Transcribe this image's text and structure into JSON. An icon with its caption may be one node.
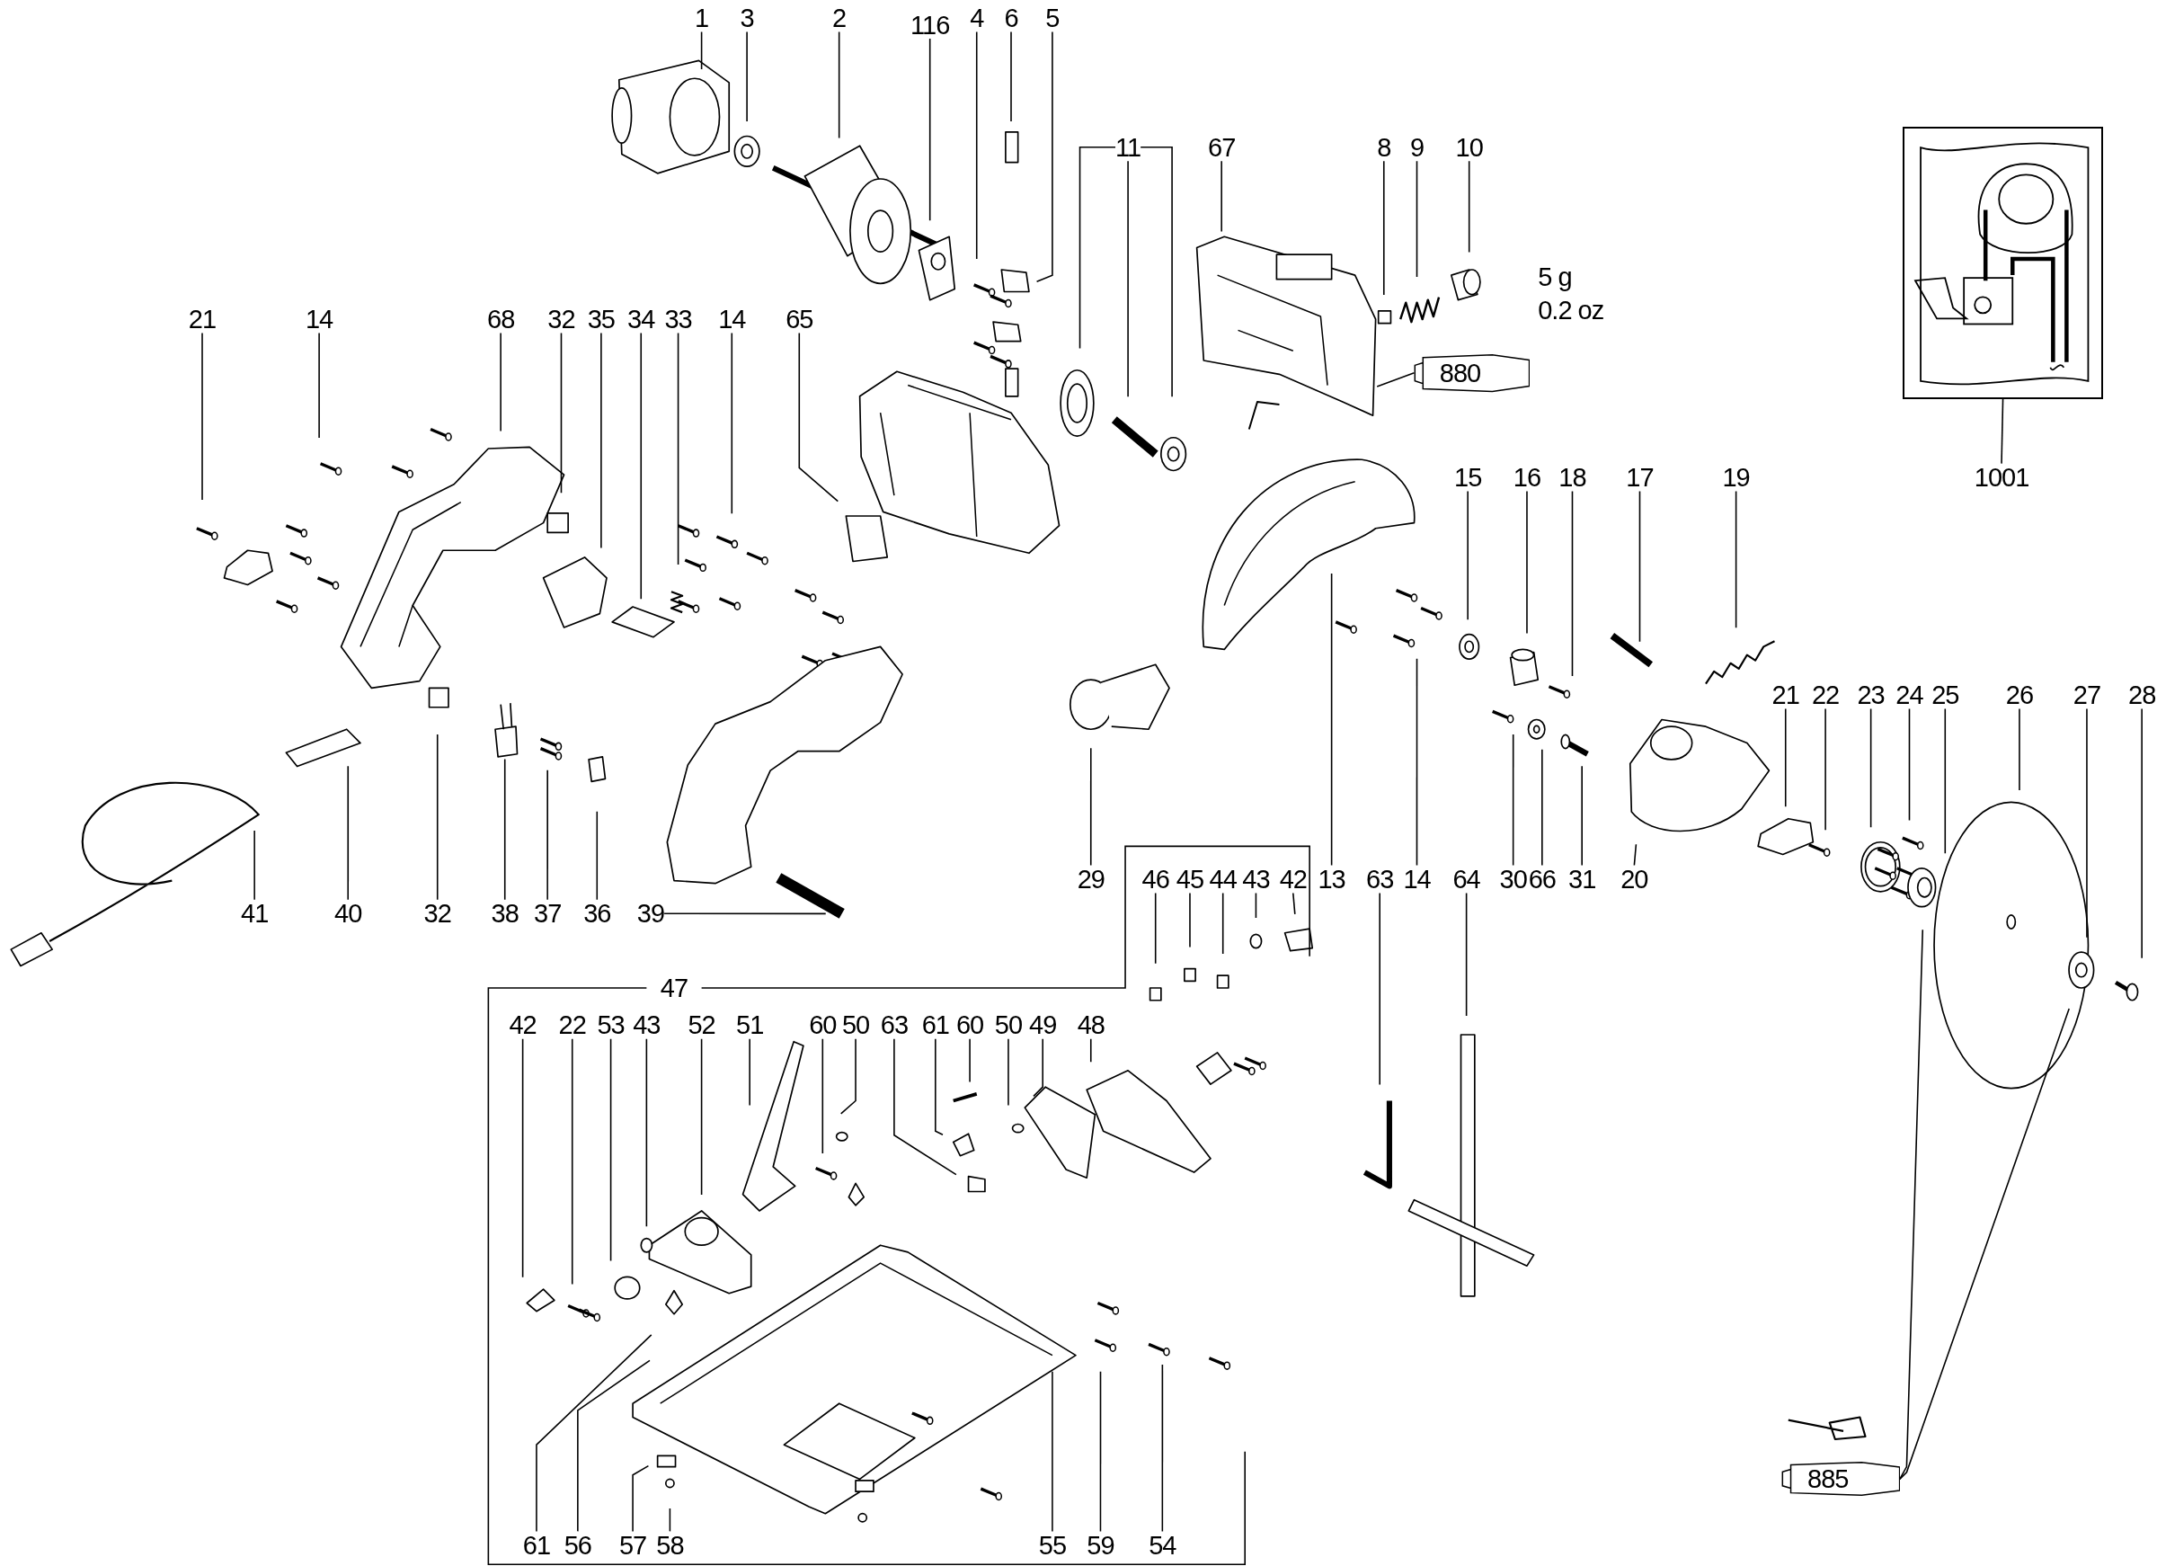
{
  "diagram": {
    "nodes": [
      {
        "text": [
          "1"
        ]
      },
      {
        "text": [
          "3"
        ]
      },
      {
        "text": [
          "2"
        ]
      },
      {
        "text": [
          "116"
        ]
      },
      {
        "text": [
          "4"
        ]
      },
      {
        "text": [
          "6"
        ]
      },
      {
        "text": [
          "5"
        ]
      },
      {
        "text": [
          "11"
        ]
      },
      {
        "text": [
          "67"
        ]
      },
      {
        "text": [
          "8"
        ]
      },
      {
        "text": [
          "9"
        ]
      },
      {
        "text": [
          "10"
        ]
      },
      {
        "text": [
          "880"
        ],
        "beside": [
          "5 g",
          "0.2 oz"
        ]
      },
      {
        "text": [],
        "shape": "picture"
      },
      {
        "text": [
          "1001"
        ]
      },
      {
        "text": [
          "21"
        ]
      },
      {
        "text": [
          "14"
        ]
      },
      {
        "text": [
          "68"
        ]
      },
      {
        "text": [
          "32"
        ]
      },
      {
        "text": [
          "35"
        ]
      },
      {
        "text": [
          "34"
        ]
      },
      {
        "text": [
          "33"
        ]
      },
      {
        "text": [
          "14"
        ]
      },
      {
        "text": [
          "65"
        ]
      },
      {
        "text": [
          "15"
        ]
      },
      {
        "text": [
          "16"
        ]
      },
      {
        "text": [
          "18"
        ]
      },
      {
        "text": [
          "17"
        ]
      },
      {
        "text": [
          "19"
        ]
      },
      {
        "text": [
          "21"
        ]
      },
      {
        "text": [
          "22"
        ]
      },
      {
        "text": [
          "23"
        ]
      },
      {
        "text": [
          "24"
        ]
      },
      {
        "text": [
          "25"
        ]
      },
      {
        "text": [
          "26"
        ]
      },
      {
        "text": [
          "27"
        ]
      },
      {
        "text": [
          "28"
        ]
      },
      {
        "text": [
          "41"
        ]
      },
      {
        "text": [
          "40"
        ]
      },
      {
        "text": [
          "32"
        ]
      },
      {
        "text": [
          "38"
        ]
      },
      {
        "text": [
          "37"
        ]
      },
      {
        "text": [
          "36"
        ]
      },
      {
        "text": [
          "39"
        ]
      },
      {
        "text": [
          "29"
        ]
      },
      {
        "text": [
          "46"
        ]
      },
      {
        "text": [
          "45"
        ]
      },
      {
        "text": [
          "44"
        ]
      },
      {
        "text": [
          "43"
        ]
      },
      {
        "text": [
          "42"
        ]
      },
      {
        "text": [
          "13"
        ]
      },
      {
        "text": [
          "63"
        ]
      },
      {
        "text": [
          "14"
        ]
      },
      {
        "text": [
          "64"
        ]
      },
      {
        "text": [
          "30"
        ]
      },
      {
        "text": [
          "66"
        ]
      },
      {
        "text": [
          "31"
        ]
      },
      {
        "text": [
          "20"
        ]
      },
      {
        "text": [
          "42"
        ]
      },
      {
        "text": [
          "22"
        ]
      },
      {
        "text": [
          "53"
        ]
      },
      {
        "text": [
          "43"
        ]
      },
      {
        "text": [
          "52"
        ]
      },
      {
        "text": [
          "51"
        ]
      },
      {
        "text": [
          "60"
        ]
      },
      {
        "text": [
          "50"
        ]
      },
      {
        "text": [
          "63"
        ]
      },
      {
        "text": [
          "61"
        ]
      },
      {
        "text": [
          "60"
        ]
      },
      {
        "text": [
          "50"
        ]
      },
      {
        "text": [
          "49"
        ]
      },
      {
        "text": [
          "48"
        ]
      },
      {
        "text": [
          "885"
        ]
      },
      {
        "text": [
          "61"
        ]
      },
      {
        "text": [
          "56"
        ]
      },
      {
        "text": [
          "57"
        ]
      },
      {
        "text": [
          "58"
        ]
      },
      {
        "text": [
          "55"
        ]
      },
      {
        "text": [
          "59"
        ]
      },
      {
        "text": [
          "54"
        ]
      }
    ],
    "edges": [
      {
        "from": 0,
        "to": null,
        "arrow": "none"
      },
      {
        "from": 1,
        "to": null,
        "arrow": "none"
      },
      {
        "from": 2,
        "to": null,
        "arrow": "none"
      },
      {
        "from": 3,
        "to": null,
        "arrow": "none"
      },
      {
        "from": 4,
        "to": null,
        "arrow": "none"
      },
      {
        "from": 5,
        "to": null,
        "arrow": "none"
      },
      {
        "from": 6,
        "to": null,
        "arrow": "none"
      },
      {
        "from": 7,
        "to": null,
        "arrow": "none"
      },
      {
        "from": 7,
        "to": null,
        "arrow": "none"
      },
      {
        "from": 7,
        "to": null,
        "arrow": "none"
      },
      {
        "from": 8,
        "to": null,
        "arrow": "none"
      },
      {
        "from": 9,
        "to": null,
        "arrow": "none"
      },
      {
        "from": 10,
        "to": null,
        "arrow": "none"
      },
      {
        "from": 11,
        "to": null,
        "arrow": "none"
      },
      {
        "from": 12,
        "to": null,
        "arrow": "none"
      },
      {
        "from": 14,
        "to": 13,
        "arrow": "none"
      },
      {
        "from": 15,
        "to": null,
        "arrow": "none"
      },
      {
        "from": 16,
        "to": null,
        "arrow": "none"
      },
      {
        "from": 17,
        "to": null,
        "arrow": "none"
      },
      {
        "from": 18,
        "to": null,
        "arrow": "none"
      },
      {
        "from": 19,
        "to": null,
        "arrow": "none"
      },
      {
        "from": 20,
        "to": null,
        "arrow": "none"
      },
      {
        "from": 21,
        "to": null,
        "arrow": "none"
      },
      {
        "from": 22,
        "to": null,
        "arrow": "none"
      },
      {
        "from": 23,
        "to": null,
        "arrow": "none"
      },
      {
        "from": 24,
        "to": null,
        "arrow": "none"
      },
      {
        "from": 25,
        "to": null,
        "arrow": "none"
      },
      {
        "from": 26,
        "to": null,
        "arrow": "none"
      },
      {
        "from": 27,
        "to": null,
        "arrow": "none"
      },
      {
        "from": 28,
        "to": null,
        "arrow": "none"
      },
      {
        "from": 29,
        "to": null,
        "arrow": "none"
      },
      {
        "from": 30,
        "to": null,
        "arrow": "none"
      },
      {
        "from": 31,
        "to": null,
        "arrow": "none"
      },
      {
        "from": 32,
        "to": null,
        "arrow": "none"
      },
      {
        "from": 33,
        "to": null,
        "arrow": "none"
      },
      {
        "from": 34,
        "to": null,
        "arrow": "none"
      },
      {
        "from": 35,
        "to": null,
        "arrow": "none"
      },
      {
        "from": 36,
        "to": null,
        "arrow": "none"
      },
      {
        "from": 37,
        "to": null,
        "arrow": "none"
      },
      {
        "from": 38,
        "to": null,
        "arrow": "none"
      },
      {
        "from": 39,
        "to": null,
        "arrow": "none"
      },
      {
        "from": 40,
        "to": null,
        "arrow": "none"
      },
      {
        "from": 41,
        "to": null,
        "arrow": "none"
      },
      {
        "from": 42,
        "to": null,
        "arrow": "none"
      },
      {
        "from": 43,
        "to": null,
        "arrow": "none"
      },
      {
        "from": 44,
        "to": null,
        "arrow": "none"
      },
      {
        "from": 45,
        "to": null,
        "arrow": "none"
      },
      {
        "from": 46,
        "to": null,
        "arrow": "none"
      },
      {
        "from": 47,
        "to": null,
        "arrow": "none"
      },
      {
        "from": 48,
        "to": null,
        "arrow": "none"
      },
      {
        "from": 49,
        "to": null,
        "arrow": "none"
      },
      {
        "from": 50,
        "to": null,
        "arrow": "none"
      },
      {
        "from": 51,
        "to": null,
        "arrow": "none"
      },
      {
        "from": 52,
        "to": null,
        "arrow": "none"
      },
      {
        "from": 53,
        "to": null,
        "arrow": "none"
      },
      {
        "from": 54,
        "to": null,
        "arrow": "none"
      },
      {
        "from": 55,
        "to": null,
        "arrow": "none"
      },
      {
        "from": 56,
        "to": null,
        "arrow": "none"
      },
      {
        "from": 57,
        "to": null,
        "arrow": "none"
      },
      {
        "from": 58,
        "to": null,
        "arrow": "none"
      },
      {
        "from": 59,
        "to": null,
        "arrow": "none"
      },
      {
        "from": 60,
        "to": null,
        "arrow": "none"
      },
      {
        "from": 61,
        "to": null,
        "arrow": "none"
      },
      {
        "from": 62,
        "to": null,
        "arrow": "none"
      },
      {
        "from": 63,
        "to": null,
        "arrow": "none"
      },
      {
        "from": 64,
        "to": null,
        "arrow": "none"
      },
      {
        "from": 65,
        "to": null,
        "arrow": "none"
      },
      {
        "from": 66,
        "to": null,
        "arrow": "none"
      },
      {
        "from": 67,
        "to": null,
        "arrow": "none"
      },
      {
        "from": 68,
        "to": null,
        "arrow": "none"
      },
      {
        "from": 69,
        "to": null,
        "arrow": "none"
      },
      {
        "from": 70,
        "to": null,
        "arrow": "none"
      },
      {
        "from": 71,
        "to": null,
        "arrow": "none"
      },
      {
        "from": 72,
        "to": null,
        "arrow": "none"
      },
      {
        "from": 72,
        "to": null,
        "arrow": "none"
      },
      {
        "from": 73,
        "to": null,
        "arrow": "none"
      },
      {
        "from": 74,
        "to": null,
        "arrow": "none"
      },
      {
        "from": 75,
        "to": null,
        "arrow": "none"
      },
      {
        "from": 76,
        "to": null,
        "arrow": "none"
      },
      {
        "from": 77,
        "to": null,
        "arrow": "none"
      },
      {
        "from": 78,
        "to": null,
        "arrow": "none"
      },
      {
        "from": 79,
        "to": null,
        "arrow": "none"
      }
    ],
    "labels": [
      "47"
    ]
  }
}
